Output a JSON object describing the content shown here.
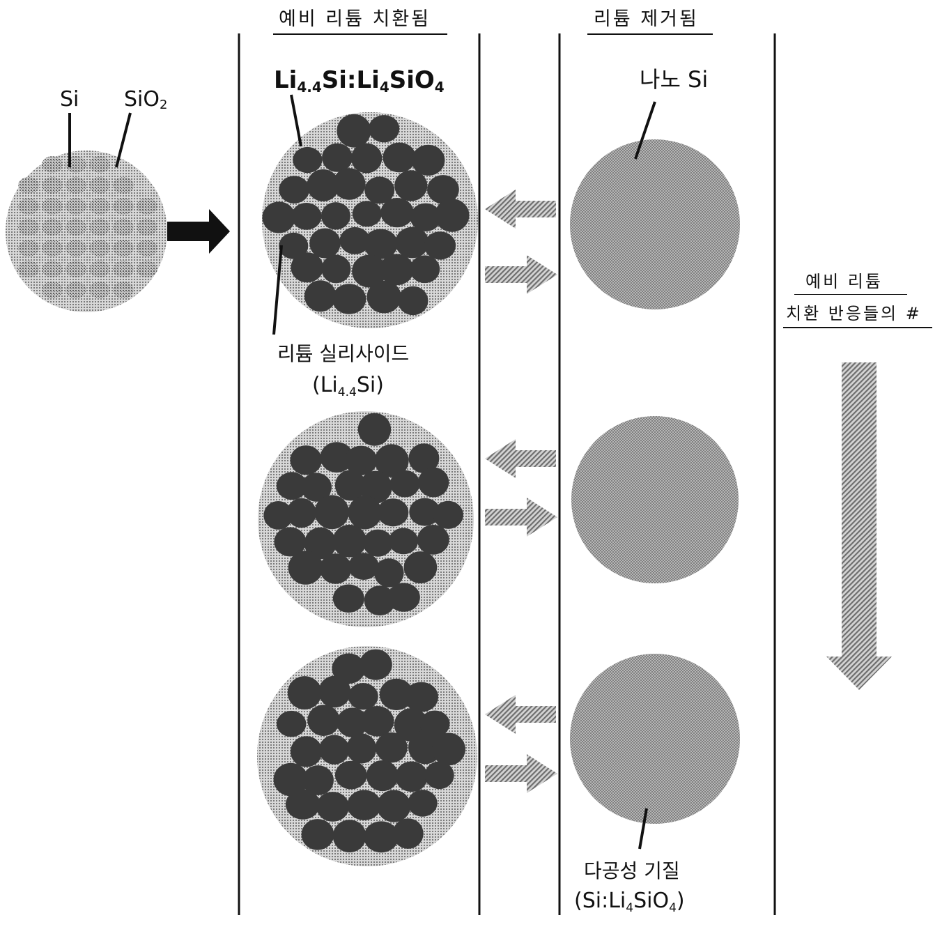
{
  "header": {
    "prelithiated": "예비 리튬 치환됨",
    "delithiated": "리튬 제거됨"
  },
  "labels": {
    "si": "Si",
    "sio2_main": "SiO",
    "sio2_sub": "2",
    "composite": {
      "p1": "Li",
      "s1": "4.4",
      "p2": "Si:Li",
      "s2": "4",
      "p3": "SiO",
      "s3": "4"
    },
    "nano_si": "나노 Si",
    "lithium_silicide": "리튬 실리사이드",
    "lithium_silicide_formula": {
      "open": "(Li",
      "sub": "4.4",
      "close": "Si)"
    },
    "porous_matrix": "다공성 기질",
    "porous_formula": {
      "p1": "(Si:Li",
      "s1": "4",
      "p2": "SiO",
      "s2": "4",
      "p3": ")"
    }
  },
  "side_axis": {
    "line1": "예비 리튬",
    "line2": "치환 반응들의 #"
  },
  "colors": {
    "ink": "#111111",
    "particle_dark": "#3a3a3a",
    "hatch_light": "#9a9a9a",
    "arrow_hatch": "#8c8c8c"
  }
}
